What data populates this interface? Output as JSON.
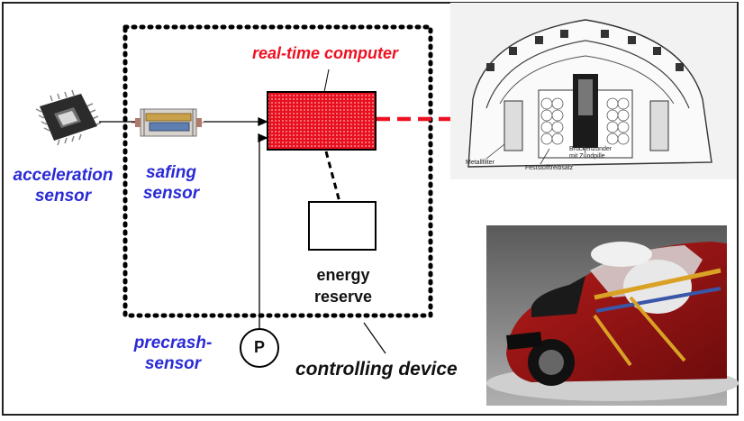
{
  "labels": {
    "acceleration_sensor": "acceleration\nsensor",
    "safing_sensor": "safing\nsensor",
    "realtime_computer": "real-time computer",
    "energy_reserve": "energy\nreserve",
    "precrash_sensor": "precrash-\nsensor",
    "pressure_symbol": "P",
    "controlling_device": "controlling device"
  },
  "airbag_drawing": {
    "label_filter": "Metallfilter",
    "label_propellant": "Feststofftreibsatz",
    "label_igniter": "Brückenzünder\nmit Zündpille"
  },
  "colors": {
    "label_blue": "#2a2ad6",
    "computer_red": "#ee1122",
    "arrow_red": "#ee1122"
  },
  "icons": [
    "chip-icon",
    "safing-sensor-icon",
    "airbag-inflator-drawing",
    "car-airbag-photo"
  ]
}
